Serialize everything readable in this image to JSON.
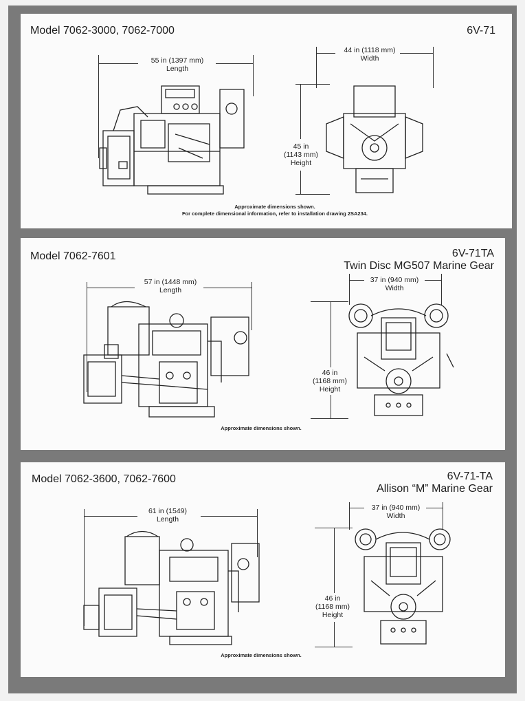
{
  "panels": [
    {
      "model": "Model 7062-3000, 7062-7000",
      "code": [
        "6V-71"
      ],
      "length": {
        "value": "55 in (1397 mm)",
        "label": "Length"
      },
      "width": {
        "value": "44 in (1118 mm)",
        "label": "Width"
      },
      "height": {
        "value": "45 in",
        "metric": "(1143 mm)",
        "label": "Height"
      },
      "notes": [
        "Approximate dimensions shown.",
        "For complete dimensional information, refer to installation drawing 2SA234."
      ]
    },
    {
      "model": "Model 7062-7601",
      "code": [
        "6V-71TA",
        "Twin Disc MG507 Marine Gear"
      ],
      "length": {
        "value": "57 in (1448 mm)",
        "label": "Length"
      },
      "width": {
        "value": "37 in (940 mm)",
        "label": "Width"
      },
      "height": {
        "value": "46 in",
        "metric": "(1168 mm)",
        "label": "Height"
      },
      "notes": [
        "Approximate dimensions shown."
      ]
    },
    {
      "model": "Model 7062-3600, 7062-7600",
      "code": [
        "6V-71-TA",
        "Allison “M” Marine Gear"
      ],
      "length": {
        "value": "61 in (1549)",
        "label": "Length"
      },
      "width": {
        "value": "37 in (940 mm)",
        "label": "Width"
      },
      "height": {
        "value": "46 in",
        "metric": "(1168 mm)",
        "label": "Height"
      },
      "notes": [
        "Approximate dimensions shown."
      ]
    }
  ]
}
